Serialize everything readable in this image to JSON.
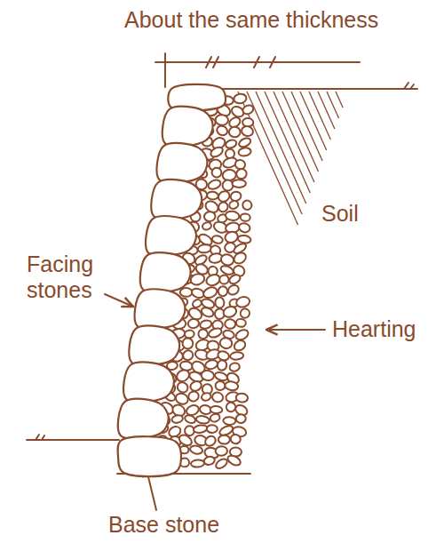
{
  "diagram": {
    "labels": [
      "About the same thickness",
      "Soil",
      "Facing stones",
      "Hearting",
      "Base stone"
    ]
  }
}
